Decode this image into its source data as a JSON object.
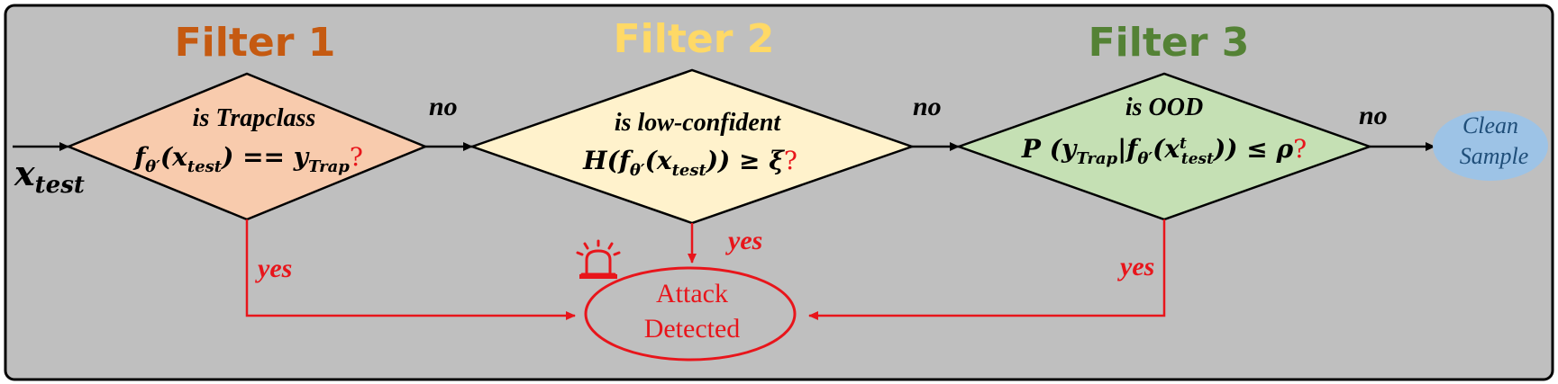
{
  "filters": [
    {
      "title": "Filter 1",
      "title_color": "#c55a11",
      "question": "is Trapclass",
      "fill": "#f8cbad",
      "condition_main": "f",
      "condition_sub": "θ′",
      "condition_arg": "(x",
      "condition_arg_sub": "test",
      "condition_rest": ") == y",
      "condition_rest_sub": "Trap",
      "qmark": "?"
    },
    {
      "title": "Filter 2",
      "title_color": "#ffd966",
      "question": "is low-confident",
      "fill": "#fff2cc",
      "condition_prefix": "H(f",
      "condition_sub": "θ′",
      "condition_arg": "(x",
      "condition_arg_sub": "test",
      "condition_rest": ")) ≥ ξ",
      "qmark": "?"
    },
    {
      "title": "Filter 3",
      "title_color": "#548235",
      "question": "is OOD",
      "fill": "#c5e0b4",
      "condition_prefix": "P (y",
      "condition_prefix_sub": "Trap",
      "condition_mid": "|f",
      "condition_sub": "θ′",
      "condition_arg": "(x",
      "condition_arg_sup": "t",
      "condition_arg_sub": "test",
      "condition_rest": ")) ≤ ρ",
      "qmark": "?"
    }
  ],
  "input": {
    "main": "x",
    "sub": "test"
  },
  "branch_no": "no",
  "branch_yes": "yes",
  "outcomes": {
    "attack": [
      "Attack",
      "Detected"
    ],
    "clean": [
      "Clean",
      "Sample"
    ]
  },
  "colors": {
    "background": "#bfbfbf",
    "alert": "#e8151b",
    "clean_fill": "#9dc3e6",
    "qmark": "#e8151b"
  },
  "icons": {
    "alarm": "siren-icon"
  }
}
